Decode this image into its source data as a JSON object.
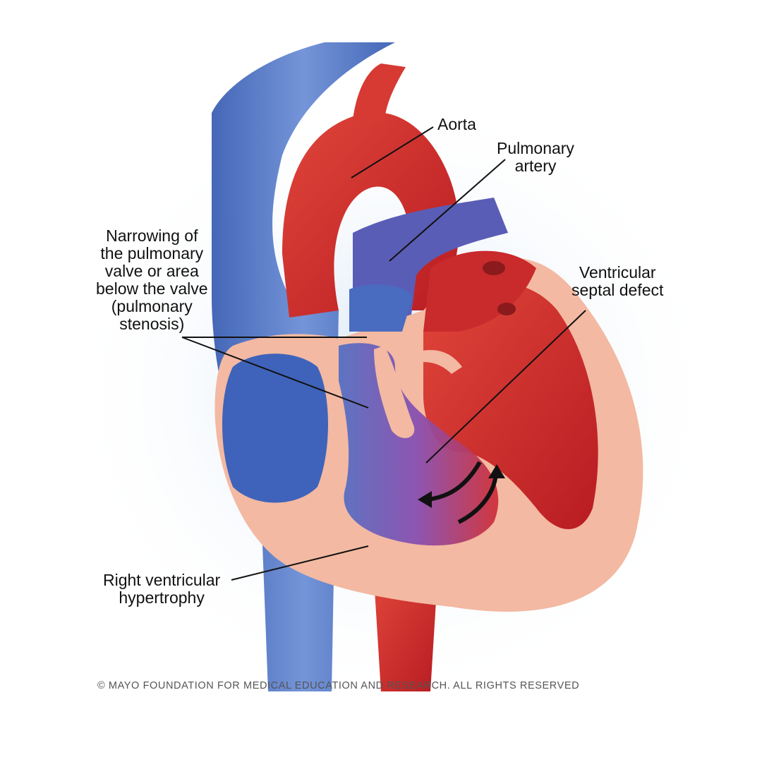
{
  "labels": {
    "aorta": [
      "Aorta"
    ],
    "pulmonary_artery": [
      "Pulmonary",
      "artery"
    ],
    "pulmonary_stenosis": [
      "Narrowing of",
      "the pulmonary",
      "valve or area",
      "below the valve",
      "(pulmonary",
      "stenosis)"
    ],
    "vsd": [
      "Ventricular",
      "septal defect"
    ],
    "rvh": [
      "Right ventricular",
      "hypertrophy"
    ]
  },
  "copyright": "© MAYO FOUNDATION FOR MEDICAL EDUCATION AND RESEARCH. ALL RIGHTS RESERVED",
  "colors": {
    "oxygenated": "#d42a2a",
    "deoxygenated": "#4a6cc0",
    "muscle": "#f3b9a2",
    "leader_line": "#111111"
  }
}
